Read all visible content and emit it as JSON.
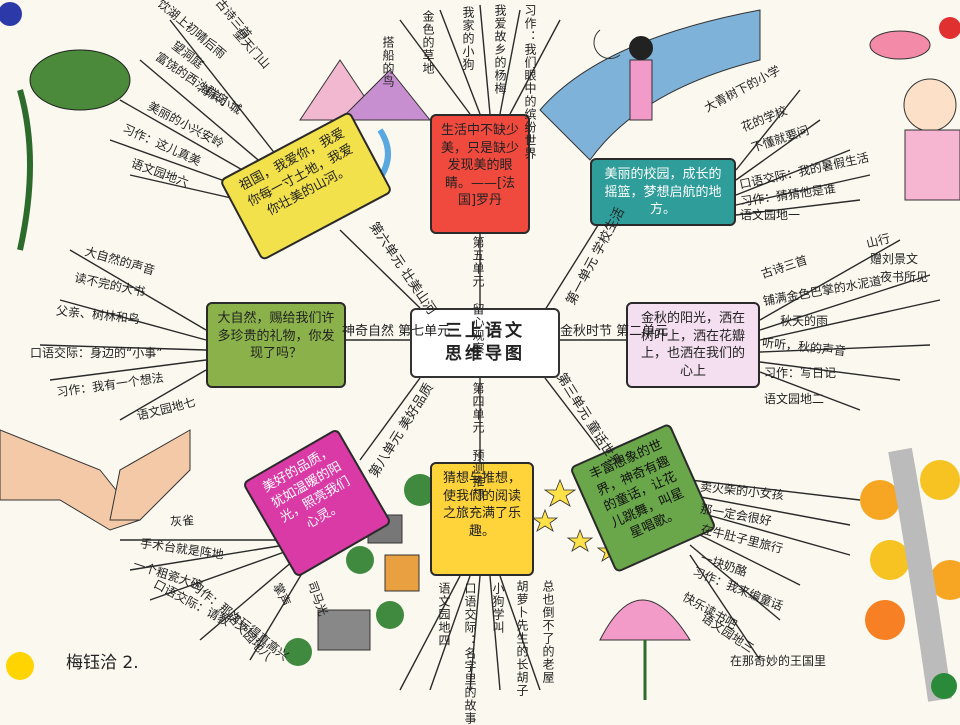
{
  "center": {
    "line1": "三上语文",
    "line2": "思维导图"
  },
  "colors": {
    "yellow": "#f2e14b",
    "red": "#f04a3e",
    "teal": "#2f9d9a",
    "pink": "#f4dff0",
    "green": "#6aa64a",
    "gold": "#ffd43b",
    "magenta": "#d93aa6",
    "olive": "#8bb14a"
  },
  "boxes": {
    "top": "生活中不缺少美，只是缺少发现美的眼睛。——[法国]罗丹",
    "top_right": "美丽的校园，成长的摇篮，梦想启航的地方。",
    "right": "金秋的阳光，洒在树叶上，洒在花瓣上，也洒在我们的心上",
    "bottom_right": "丰富想象的世界，神奇有趣的童话，让花儿跳舞，叫星星唱歌。",
    "bottom": "猜想与推想，使我们的阅读之旅充满了乐趣。",
    "bottom_left": "美好的品质，犹如温暖的阳光，照亮我们心灵。",
    "left": "大自然，赐给我们许多珍贵的礼物，你发现了吗？",
    "top_left": "祖国，我爱你，我爱你每一寸土地，我爱你壮美的山河。"
  },
  "units": {
    "u1": "第一单元 学校生活",
    "u2": "金秋时节 第二单元",
    "u3": "第三单元 童话世界",
    "u4": "第四单元 预测推想",
    "u5": "第五单元 留心观察",
    "u6": "第六单元 壮美山河",
    "u7": "神奇自然 第七单元",
    "u8": "第八单元 美好品质"
  },
  "leaves": {
    "u1": [
      "大青树下的小学",
      "花的学校",
      "不懂就要问",
      "口语交际：我的暑假生活",
      "习作：猜猜他是谁",
      "语文园地一"
    ],
    "u2": [
      "古诗三首",
      "山行",
      "赠刘景文",
      "夜书所见",
      "铺满金色巴掌的水泥道",
      "秋天的雨",
      "听听，秋的声音",
      "习作：写日记",
      "语文园地二"
    ],
    "u3": [
      "卖火柴的小女孩",
      "那一定会很好",
      "在牛肚子里旅行",
      "一块奶酪",
      "习作：我来编童话",
      "快乐读书吧",
      "语文园地三",
      "在那奇妙的王国里"
    ],
    "u4": [
      "总也倒不了的老屋",
      "胡萝卜先生的长胡子",
      "小狗学叫",
      "口语交际：名字里的故事",
      "语文园地四"
    ],
    "u5": [
      "搭船的鸟",
      "金色的草地",
      "我家的小狗",
      "我爱故乡的杨梅",
      "习作：我们眼中的缤纷世界"
    ],
    "u6": [
      "古诗三首",
      "望天门山",
      "饮湖上初晴后雨",
      "望洞庭",
      "富饶的西沙群岛",
      "海滨小城",
      "美丽的小兴安岭",
      "习作：这儿真美",
      "语文园地六"
    ],
    "u7": [
      "大自然的声音",
      "读不完的大书",
      "父亲、树林和鸟",
      "口语交际：身边的“小事”",
      "习作：我有一个想法",
      "语文园地七"
    ],
    "u8": [
      "司马光",
      "掌声",
      "灰雀",
      "手术台就是阵地",
      "一个粗瓷大碗",
      "口语交际：请教",
      "习作：那次玩得真高兴",
      "语文园地八"
    ]
  },
  "author": "梅钰洽 2."
}
